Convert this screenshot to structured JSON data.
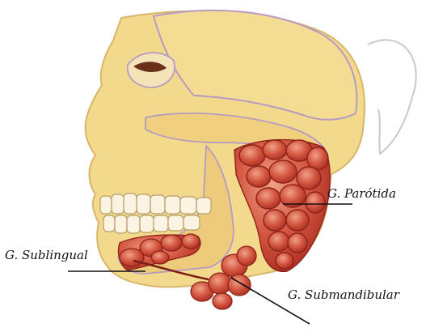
{
  "labels": {
    "parotid": "G. Parótida",
    "sublingual": "G. Sublingual",
    "submandibular": "G. Submandibular"
  },
  "colors": {
    "skin": "#f3d98c",
    "skin_shadow": "#e2b970",
    "bone_outline": "#a68bb8",
    "gland_fill": "#d2553f",
    "gland_dark": "#a92c22",
    "gland_light": "#f1a088",
    "teeth": "#fbf4e2",
    "leader_line": "#111111"
  }
}
